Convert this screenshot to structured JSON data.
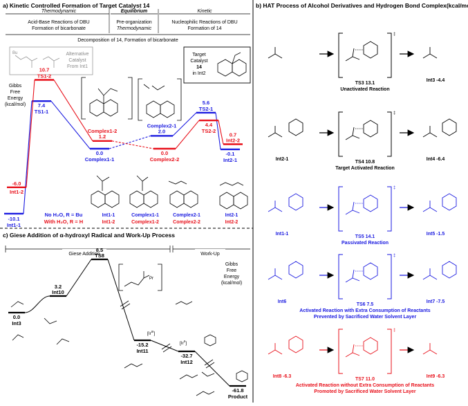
{
  "panel_a": {
    "title": "a) Kinetic Controlled Formation of Target Catalyst 14",
    "header_thermodynamic": "Thermodynamic",
    "header_equilibrium": "Equilibrium",
    "header_kinetic": "Kinetic",
    "acid_base_line1": "Acid-Base Reactions of DBU",
    "acid_base_line2": "Formation of bicarbonate",
    "preorg": "Pre-organization",
    "thermo2": "Thermodynamic",
    "nucleo_line1": "Nucleophilic Reactions of DBU",
    "nucleo_line2": "Formation of 14",
    "decomposition": "Decomposition of 14, Formation of bicarbonate",
    "alt_catalyst_line1": "Alternative",
    "alt_catalyst_line2": "Catalyst",
    "alt_catalyst_line3": "From Int1",
    "alt_bu": "Bu",
    "target_line1": "Target",
    "target_line2": "Catalyst",
    "target_line3": "14",
    "target_line4": "in Int2",
    "ylabel_line1": "Gibbs",
    "ylabel_line2": "Free",
    "ylabel_line3": "Energy",
    "ylabel_line4": "(kcal/mol)",
    "legend_blue": "No H₂O, R = Bu",
    "legend_red": "With H₂O, R = H",
    "captions": [
      {
        "blue": "Int1-1",
        "red": "Int1-2"
      },
      {
        "blue": "Complex1-1",
        "red": "Complex1-2"
      },
      {
        "blue": "Complex2-1",
        "red": "Complex2-2"
      },
      {
        "blue": "Int2-1",
        "red": "Int2-2"
      }
    ]
  },
  "panel_b": {
    "title": "b) HAT Process of Alcohol Derivatives and Hydrogen Bond Complex(kcal/mol)",
    "rows": [
      {
        "left": "",
        "ts": "TS3 13.1",
        "right": "Int3 -4.4",
        "caption": "Unactivated Reaction",
        "color": "black"
      },
      {
        "left": "Int2-1",
        "ts": "TS4 10.8",
        "right": "Int4 -6.4",
        "caption": "Target Activated Reaction",
        "color": "black"
      },
      {
        "left": "Int1-1",
        "ts": "TS5 14.1",
        "right": "Int5 -1.5",
        "caption": "Passivated Reaction",
        "color": "blue"
      },
      {
        "left": "Int6",
        "ts": "TS6 7.5",
        "right": "Int7 -7.5",
        "caption": "Activated Reaction with Extra Consumption of Reactants",
        "caption2": "Prevented by Sacrificed Water Solvent Layer",
        "color": "blue"
      },
      {
        "left": "Int8 -6.3",
        "ts": "TS7 11.0",
        "right": "Int9 -6.3",
        "caption": "Activated Reaction without Extra Consumption of Reactants",
        "caption2": "Promoted by Sacrificed Water Solvent Layer",
        "color": "red"
      }
    ]
  },
  "panel_c": {
    "title": "c) Giese Addition of α-hydroxyl Radical and Work-Up Process",
    "giese": "Giese Addition",
    "workup": "Work-Up",
    "ylabel_line1": "Gibbs",
    "ylabel_line2": "Free",
    "ylabel_line3": "Energy",
    "ylabel_line4": "(kcal/mol)",
    "ir_label": "[Ir",
    "ir_sup1": "III",
    "ir_sup2": "II",
    "pr": "Pr"
  },
  "chart_data": [
    {
      "type": "energy_profile",
      "series": [
        {
          "name": "No H₂O, R = Bu",
          "color": "#1a1ae0",
          "points": [
            {
              "label": "Int1-1",
              "value": -10.1
            },
            {
              "label": "TS1-1",
              "value": 7.4
            },
            {
              "label": "Complex1-1",
              "value": 0.0
            },
            {
              "label": "Complex2-1",
              "value": 2.0
            },
            {
              "label": "TS2-1",
              "value": 5.6
            },
            {
              "label": "Int2-1",
              "value": -0.1
            }
          ]
        },
        {
          "name": "With H₂O, R = H",
          "color": "#e8101a",
          "points": [
            {
              "label": "Int1-2",
              "value": -6.0
            },
            {
              "label": "TS1-2",
              "value": 10.7
            },
            {
              "label": "Complex1-2",
              "value": 1.2
            },
            {
              "label": "Complex2-2",
              "value": 0.0
            },
            {
              "label": "TS2-2",
              "value": 4.4
            },
            {
              "label": "Int2-2",
              "value": 0.7
            }
          ]
        }
      ]
    },
    {
      "type": "energy_profile",
      "series": [
        {
          "name": "",
          "color": "#000000",
          "points": [
            {
              "label": "Int3",
              "value": 0.0
            },
            {
              "label": "Int10",
              "value": 3.2
            },
            {
              "label": "TS8",
              "value": 8.5
            },
            {
              "label": "Int11",
              "value": -15.2
            },
            {
              "label": "Int12",
              "value": -32.7
            },
            {
              "label": "Product",
              "value": -61.8
            }
          ]
        }
      ]
    }
  ]
}
